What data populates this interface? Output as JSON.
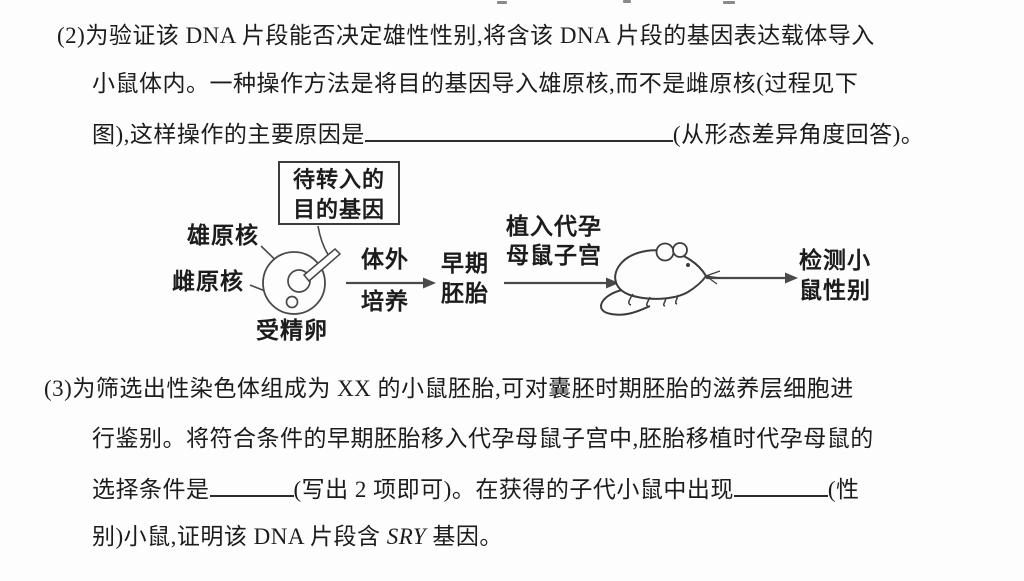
{
  "page": {
    "background": "#fdfdfd",
    "text_color": "#1c1c1c",
    "line_color": "#3f3f3f"
  },
  "question2": {
    "line1": "(2)为验证该 DNA 片段能否决定雄性性别,将含该 DNA 片段的基因表达载体导入",
    "line2": "小鼠体内。一种操作方法是将目的基因导入雄原核,而不是雌原核(过程见下",
    "line3_prefix": "图),这样操作的主要原因是",
    "line3_suffix": "(从形态差异角度回答)。"
  },
  "diagram": {
    "gene_box": {
      "line1": "待转入的",
      "line2": "目的基因"
    },
    "male_pronucleus_label": "雄原核",
    "female_pronucleus_label": "雌原核",
    "fertilized_egg_label": "受精卵",
    "step1_top": "体外",
    "step1_bottom": "培养",
    "embryo_line1": "早期",
    "embryo_line2": "胚胎",
    "step2_line1": "植入代孕",
    "step2_line2": "母鼠子宫",
    "result_line1": "检测小",
    "result_line2": "鼠性别"
  },
  "question3": {
    "line1": "(3)为筛选出性染色体组成为 XX 的小鼠胚胎,可对囊胚时期胚胎的滋养层细胞进",
    "line2": "行鉴别。将符合条件的早期胚胎移入代孕母鼠子宫中,胚胎移植时代孕母鼠的",
    "line3_prefix": "选择条件是",
    "line3_mid": "(写出 2 项即可)。在获得的子代小鼠中出现",
    "line3_suffix": "(性",
    "line4_prefix": "别)小鼠,证明该 DNA 片段含 ",
    "line4_gene": "SRY",
    "line4_suffix": " 基因。"
  }
}
